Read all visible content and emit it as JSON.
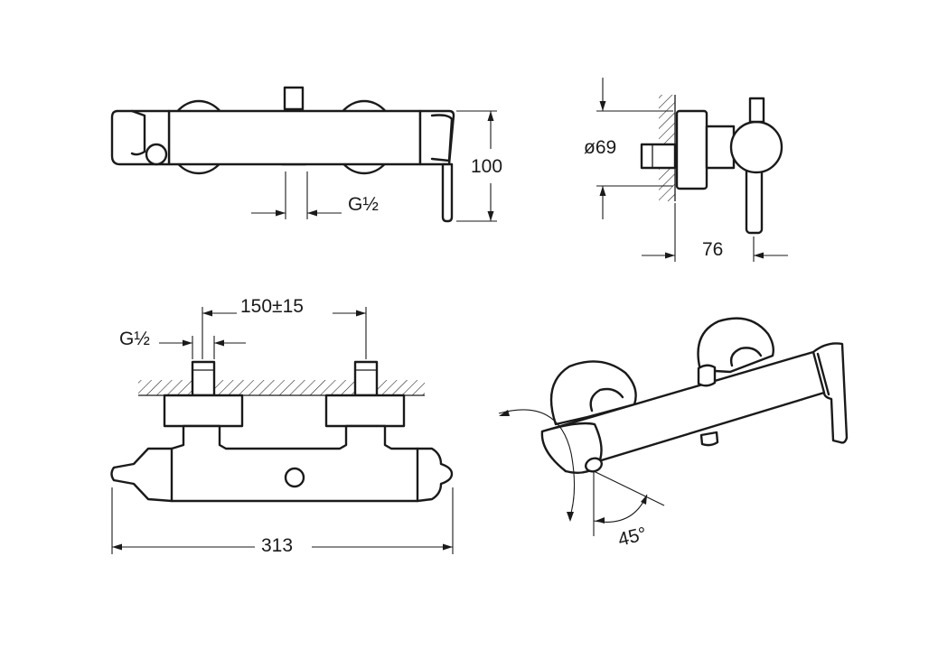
{
  "drawing": {
    "views": {
      "front": {
        "thread_label": "G½",
        "height_label": "100"
      },
      "side": {
        "diameter_label": "ø69",
        "depth_label": "76"
      },
      "bottom": {
        "spacing_label": "150±15",
        "thread_label": "G½",
        "width_label": "313"
      },
      "iso": {
        "angle_label": "45°"
      }
    },
    "colors": {
      "line": "#1a1a1a",
      "background": "#ffffff"
    }
  }
}
